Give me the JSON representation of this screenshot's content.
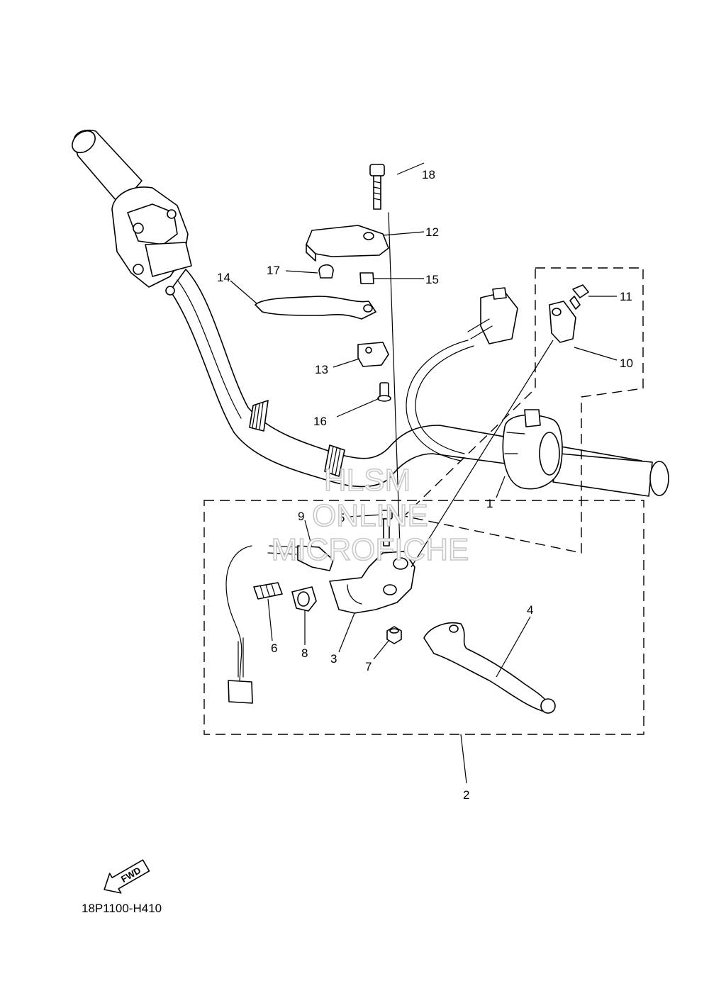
{
  "callouts": [
    "1",
    "2",
    "3",
    "4",
    "5",
    "6",
    "7",
    "8",
    "9",
    "10",
    "11",
    "12",
    "13",
    "14",
    "15",
    "16",
    "17",
    "18"
  ],
  "watermark": {
    "line1": "HLSM",
    "line2": "ONLINE",
    "line3": "MICROFICHE"
  },
  "fwd_label": "FWD",
  "diagram_code": "18P1100-H410"
}
